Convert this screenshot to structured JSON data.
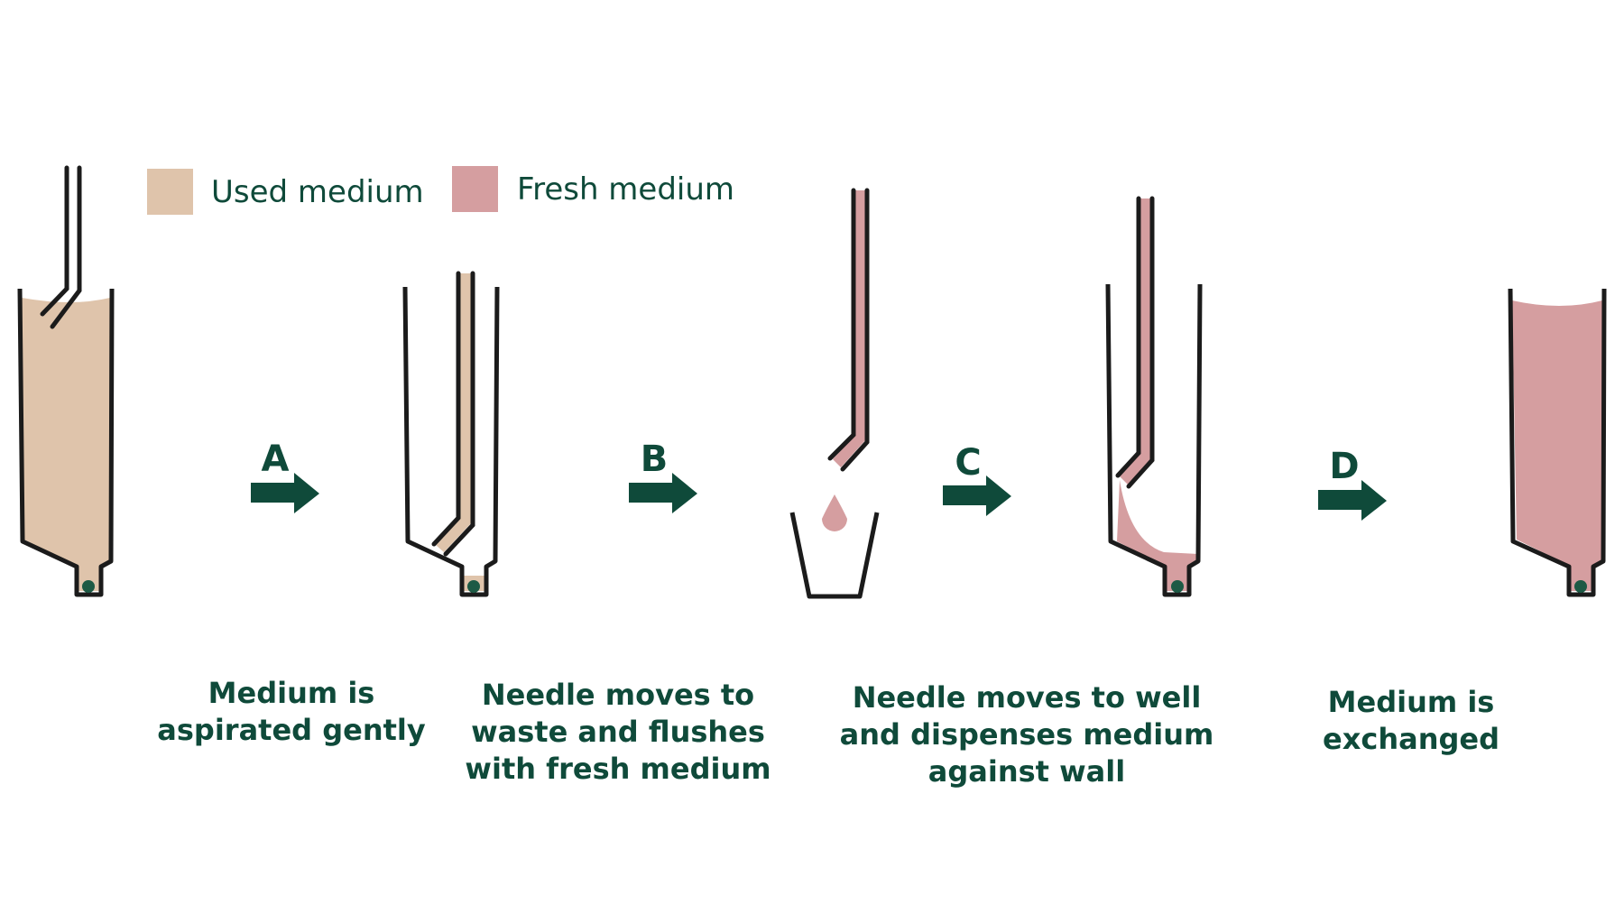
{
  "legend": {
    "used_label": "Used medium",
    "fresh_label": "Fresh medium"
  },
  "colors": {
    "used_medium": "#dfc4ab",
    "fresh_medium": "#d59ea0",
    "outline": "#1b1b1b",
    "text": "#0f4a3a",
    "arrow": "#0f4a3a",
    "cell_dot": "#1d5a45"
  },
  "steps": {
    "a": {
      "letter": "A",
      "caption": [
        "Medium is",
        "aspirated gently"
      ]
    },
    "b": {
      "letter": "B",
      "caption": [
        "Needle moves to",
        "waste and flushes",
        "with fresh medium"
      ]
    },
    "c": {
      "letter": "C",
      "caption": [
        "Needle moves to well",
        "and dispenses medium",
        "against wall"
      ]
    },
    "d": {
      "letter": "D",
      "caption": [
        "Medium is",
        "exchanged"
      ]
    }
  }
}
